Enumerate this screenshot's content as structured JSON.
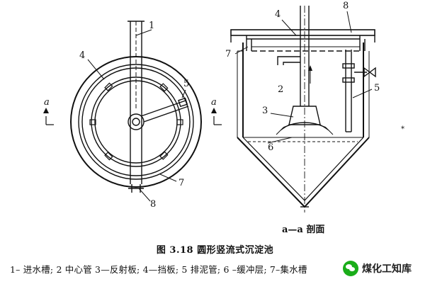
{
  "labels": {
    "left_1": "1",
    "left_4": "4",
    "left_5": "5",
    "left_7": "7",
    "left_8": "8",
    "section_mark_left": "a",
    "section_mark_right": "a",
    "right_4": "4",
    "right_8": "8",
    "right_7": "7",
    "right_2": "2",
    "right_3": "3",
    "right_6": "6",
    "right_5": "5",
    "section_title": "a—a 剖面",
    "stray_mark": "*"
  },
  "caption": "图 3.18   圆形竖流式沉淀池",
  "legend": "1– 进水槽; 2   中心管 3—反射板; 4—挡板; 5   排泥管; 6 –缓冲层; 7–集水槽",
  "watermark": {
    "text": "煤化工知库",
    "icon": "wechat-logo-icon"
  }
}
